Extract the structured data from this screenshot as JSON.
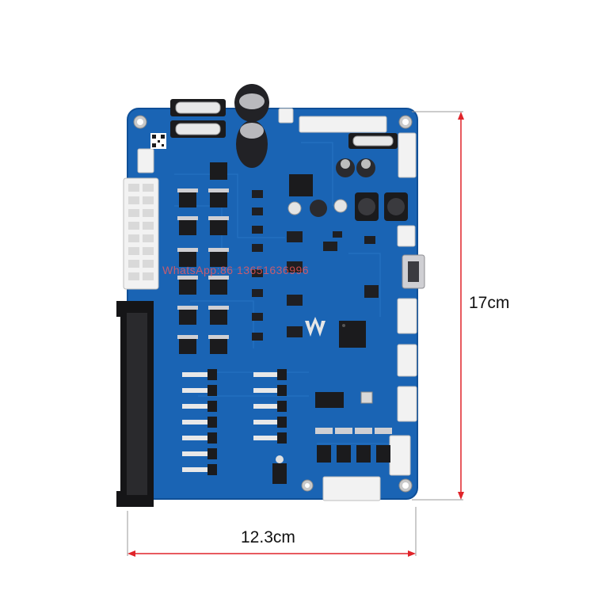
{
  "dimensions": {
    "height_label": "17cm",
    "width_label": "12.3cm"
  },
  "watermark": {
    "text": "WhatsApp:86 13651636996"
  },
  "colors": {
    "pcb_blue": "#1a64b4",
    "pcb_edge": "#0f4f97",
    "dimension_red": "#e0242a",
    "connector_white": "#f2f2f2",
    "chip_black": "#1b1b1d"
  }
}
